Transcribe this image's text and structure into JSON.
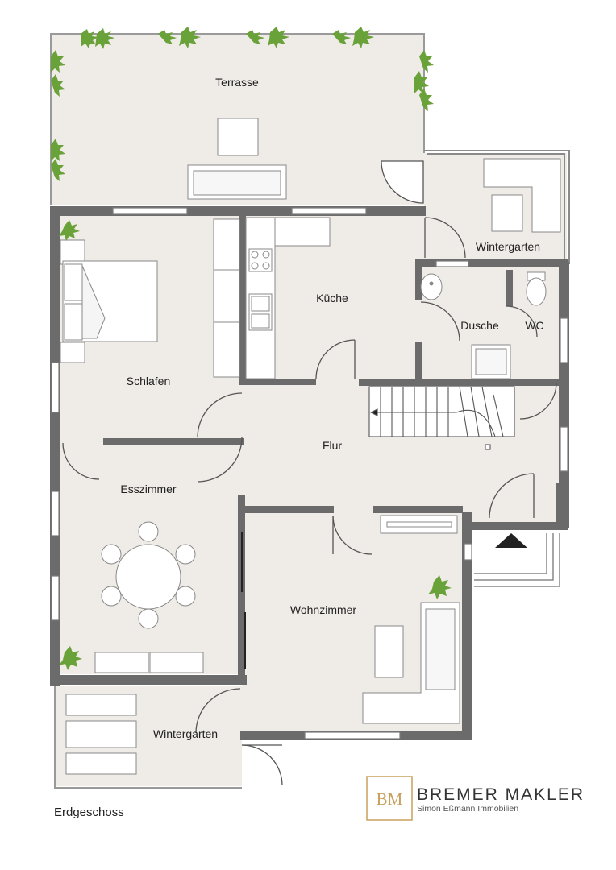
{
  "floor_name": "Erdgeschoss",
  "rooms": {
    "terrasse": "Terrasse",
    "wintergarten_top": "Wintergarten",
    "kueche": "Küche",
    "schlafen": "Schlafen",
    "dusche": "Dusche",
    "wc": "WC",
    "flur": "Flur",
    "esszimmer": "Esszimmer",
    "wohnzimmer": "Wohnzimmer",
    "wintergarten_bottom": "Wintergarten"
  },
  "logo": {
    "monogram": "BM",
    "title": "BREMER MAKLER",
    "subtitle": "Simon Eßmann Immobilien",
    "accent_color": "#c9a15f"
  },
  "colors": {
    "floor": "#efebe7",
    "wall": "#6b6b6b",
    "plant": "#6aa23a"
  }
}
